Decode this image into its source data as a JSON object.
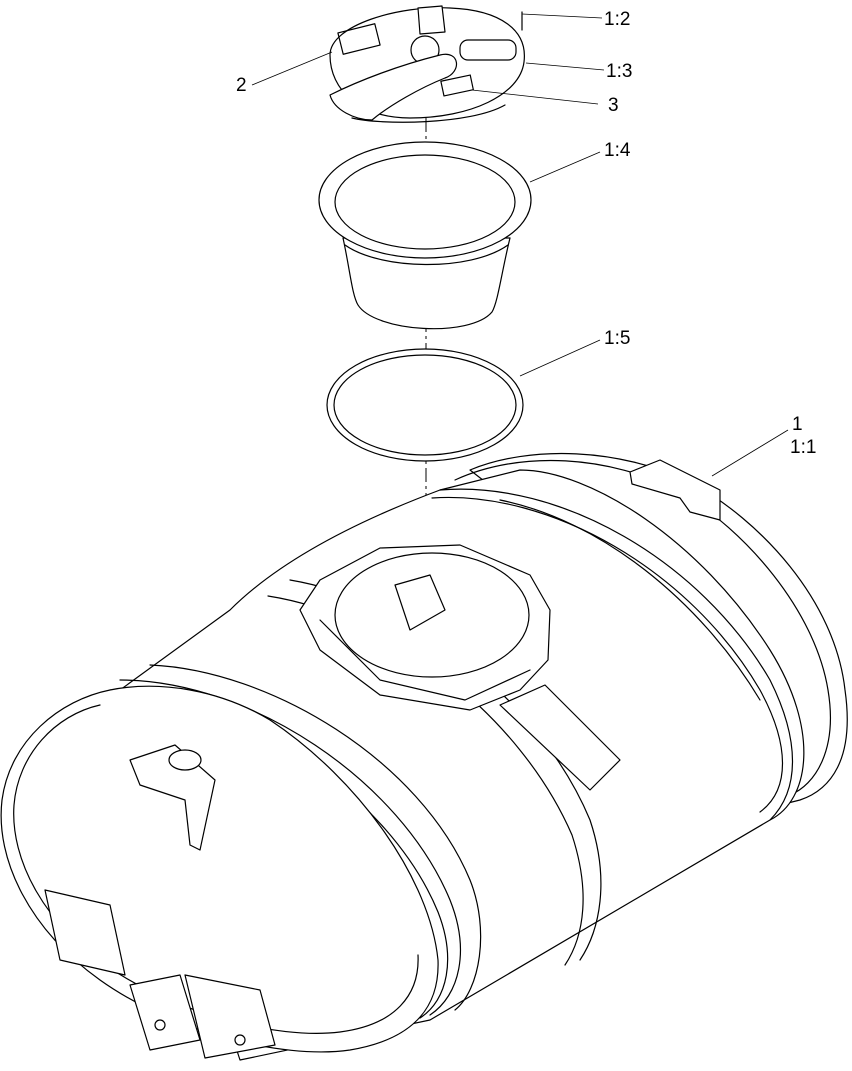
{
  "callouts": {
    "c12": "1:2",
    "c13": "1:3",
    "c2": "2",
    "c3": "3",
    "c14": "1:4",
    "c15": "1:5",
    "c1": "1",
    "c11": "1:1"
  }
}
